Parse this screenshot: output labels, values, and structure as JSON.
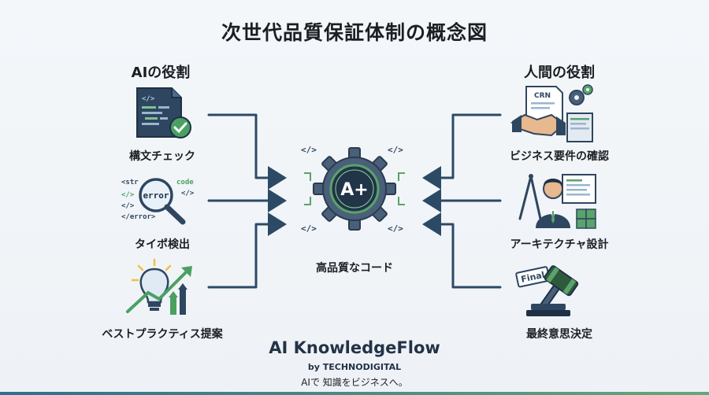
{
  "title": "次世代品質保証体制の概念図",
  "ai_column": {
    "heading": "AIの役割",
    "items": [
      {
        "label": "構文チェック",
        "icon": "code-document-check-icon"
      },
      {
        "label": "タイポ検出",
        "icon": "magnifier-error-icon",
        "icon_texts": [
          "<str",
          "code",
          "error",
          "</>",
          "</>",
          "</>",
          "</error>"
        ]
      },
      {
        "label": "ベストプラクティス提案",
        "icon": "lightbulb-growth-icon"
      }
    ]
  },
  "human_column": {
    "heading": "人間の役割",
    "items": [
      {
        "label": "ビジネス要件の確認",
        "icon": "handshake-document-icon",
        "icon_text": "CRN"
      },
      {
        "label": "アーキテクチャ設計",
        "icon": "architect-compass-icon"
      },
      {
        "label": "最終意思決定",
        "icon": "gavel-final-icon",
        "icon_text": "Final"
      }
    ]
  },
  "center": {
    "label": "高品質なコード",
    "badge": "A+",
    "icon": "gear-quality-icon",
    "code_tags": [
      "</>",
      "</>",
      "</>",
      "</>"
    ]
  },
  "footer": {
    "brand": "AI KnowledgeFlow",
    "byline": "by TECHNODIGITAL",
    "tagline": "AIで 知識をビジネスへ。"
  },
  "colors": {
    "arrow": "#2c4a66",
    "accent_green": "#5aa36b",
    "gear": "#4a6079",
    "navy": "#233247"
  }
}
